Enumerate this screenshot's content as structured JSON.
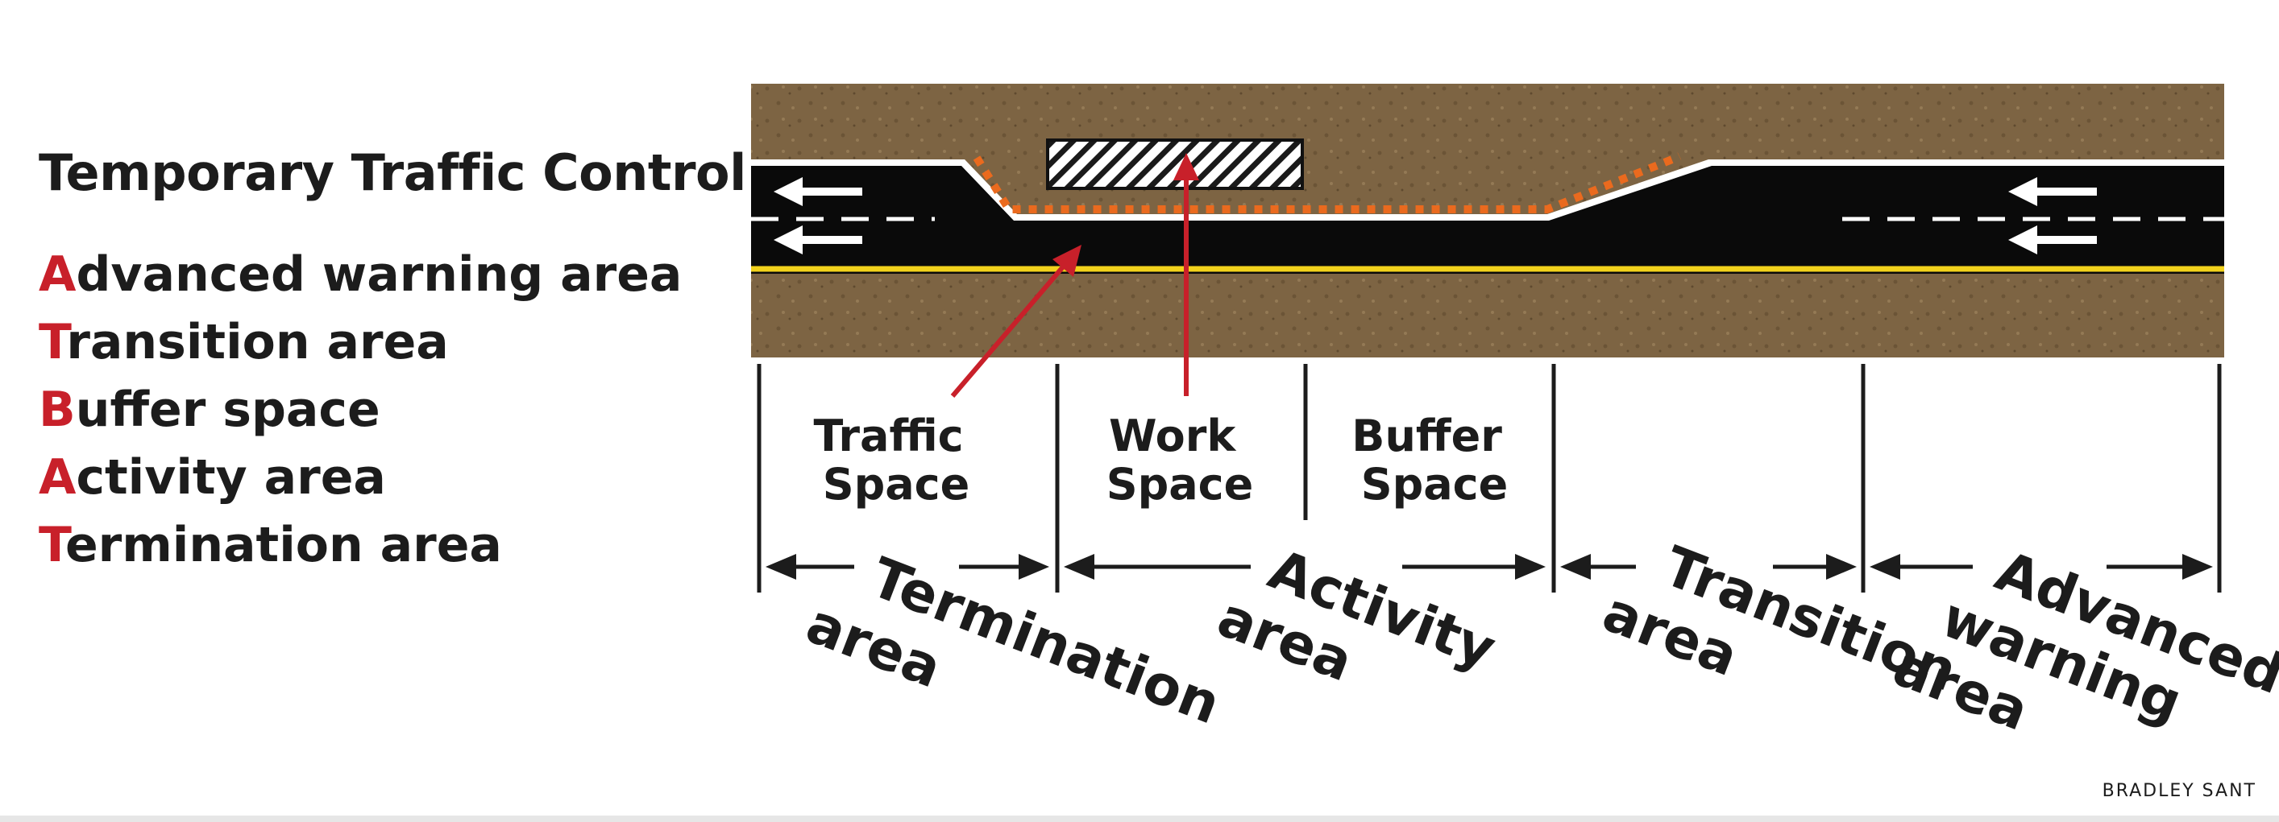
{
  "legend": {
    "title": "Temporary Traffic Control",
    "items": [
      {
        "letter": "A",
        "rest": "dvanced warning area"
      },
      {
        "letter": "T",
        "rest": "ransition area"
      },
      {
        "letter": "B",
        "rest": "uffer space"
      },
      {
        "letter": "A",
        "rest": "ctivity area"
      },
      {
        "letter": "T",
        "rest": "ermination area"
      }
    ]
  },
  "zones": {
    "traffic_space": [
      "Traffic",
      "Space"
    ],
    "work_space": [
      "Work",
      "Space"
    ],
    "buffer_space": [
      "Buffer",
      "Space"
    ]
  },
  "areas": {
    "termination": [
      "Termination",
      "area"
    ],
    "activity": [
      "Activity",
      "area"
    ],
    "transition": [
      "Transition",
      "area"
    ],
    "advanced_warning": [
      "Advanced",
      "warning",
      "area"
    ]
  },
  "credit": "BRADLEY SANT",
  "colors": {
    "accent_red": "#c8202a",
    "dirt": "#7d6443",
    "road": "#0a0a0a",
    "center_line": "#f2d21c",
    "cone_line": "#ea6a1e"
  }
}
